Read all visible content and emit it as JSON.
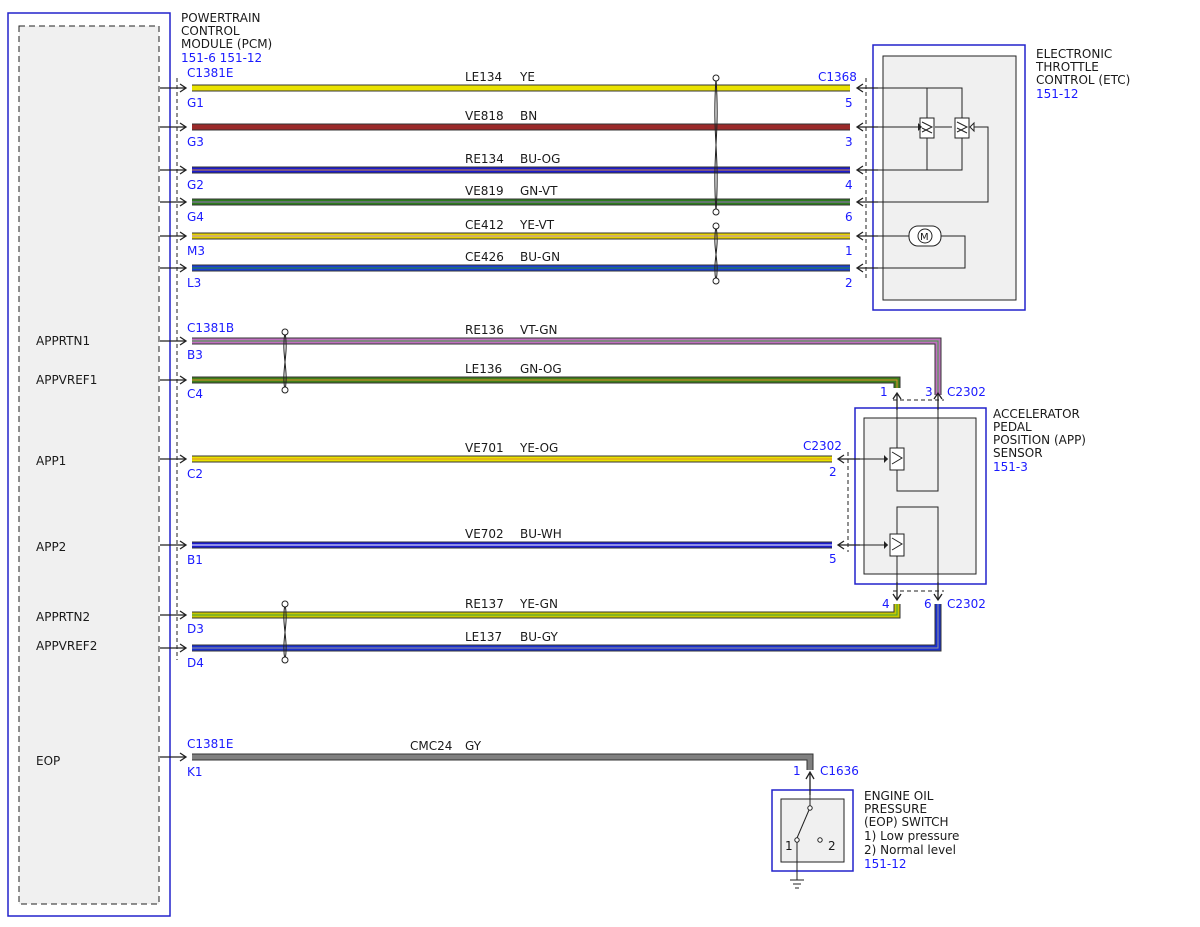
{
  "pcm": {
    "name_lines": [
      "POWERTRAIN",
      "CONTROL",
      "MODULE (PCM)"
    ],
    "refs": "151-6  151-12"
  },
  "etc": {
    "name_lines": [
      "ELECTRONIC",
      "THROTTLE",
      "CONTROL (ETC)"
    ],
    "ref": "151-12",
    "connector": "C1368"
  },
  "app": {
    "name_lines": [
      "ACCELERATOR",
      "PEDAL",
      "POSITION (APP)",
      "SENSOR"
    ],
    "ref": "151-3",
    "connector": "C2302"
  },
  "eop": {
    "name_lines": [
      "ENGINE OIL",
      "PRESSURE",
      "(EOP) SWITCH",
      "1) Low pressure",
      "2) Normal level"
    ],
    "ref": "151-12",
    "connector": "C1636",
    "pin": "1",
    "switch_pos1": "1",
    "switch_pos2": "2"
  },
  "connectors": {
    "pcm_etc": "C1381E",
    "pcm_app": "C1381B",
    "pcm_eop": "C1381E"
  },
  "signals": {
    "apprtn1": "APPRTN1",
    "appvref1": "APPVREF1",
    "app1": "APP1",
    "app2": "APP2",
    "apprtn2": "APPRTN2",
    "appvref2": "APPVREF2",
    "eop": "EOP"
  },
  "wires": {
    "w1": {
      "circuit": "LE134",
      "color_code": "YE",
      "pcm_pin": "G1",
      "far_pin": "5",
      "hex": "#e9e200"
    },
    "w2": {
      "circuit": "VE818",
      "color_code": "BN",
      "pcm_pin": "G3",
      "far_pin": "3",
      "hex": "#9b2a2a"
    },
    "w3": {
      "circuit": "RE134",
      "color_code": "BU-OG",
      "pcm_pin": "G2",
      "far_pin": "4",
      "hex": "#1c1ccf"
    },
    "w4": {
      "circuit": "VE819",
      "color_code": "GN-VT",
      "pcm_pin": "G4",
      "far_pin": "6",
      "hex": "#2e7d1e"
    },
    "w5": {
      "circuit": "CE412",
      "color_code": "YE-VT",
      "pcm_pin": "M3",
      "far_pin": "1",
      "hex": "#e6d200"
    },
    "w6": {
      "circuit": "CE426",
      "color_code": "BU-GN",
      "pcm_pin": "L3",
      "far_pin": "2",
      "hex": "#1a3fd6"
    },
    "w7": {
      "circuit": "RE136",
      "color_code": "VT-GN",
      "pcm_pin": "B3",
      "far_pin": "3",
      "hex": "#c070c0"
    },
    "w8": {
      "circuit": "LE136",
      "color_code": "GN-OG",
      "pcm_pin": "C4",
      "far_pin": "1",
      "hex": "#3f7f1a"
    },
    "w9": {
      "circuit": "VE701",
      "color_code": "YE-OG",
      "pcm_pin": "C2",
      "far_pin": "2",
      "hex": "#e9e200"
    },
    "w10": {
      "circuit": "VE702",
      "color_code": "BU-WH",
      "pcm_pin": "B1",
      "far_pin": "5",
      "hex": "#1c1ccf"
    },
    "w11": {
      "circuit": "RE137",
      "color_code": "YE-GN",
      "pcm_pin": "D3",
      "far_pin": "4",
      "hex": "#c8c800"
    },
    "w12": {
      "circuit": "LE137",
      "color_code": "BU-GY",
      "pcm_pin": "D4",
      "far_pin": "6",
      "hex": "#1a30d0"
    },
    "w13": {
      "circuit": "CMC24",
      "color_code": "GY",
      "pcm_pin": "K1",
      "far_pin": "1",
      "hex": "#808080"
    }
  },
  "motor_label": "M",
  "colors": {
    "outline_blue": "#2222cc",
    "box_fill": "#f0f0f0",
    "ref_blue": "#1a1aff"
  }
}
